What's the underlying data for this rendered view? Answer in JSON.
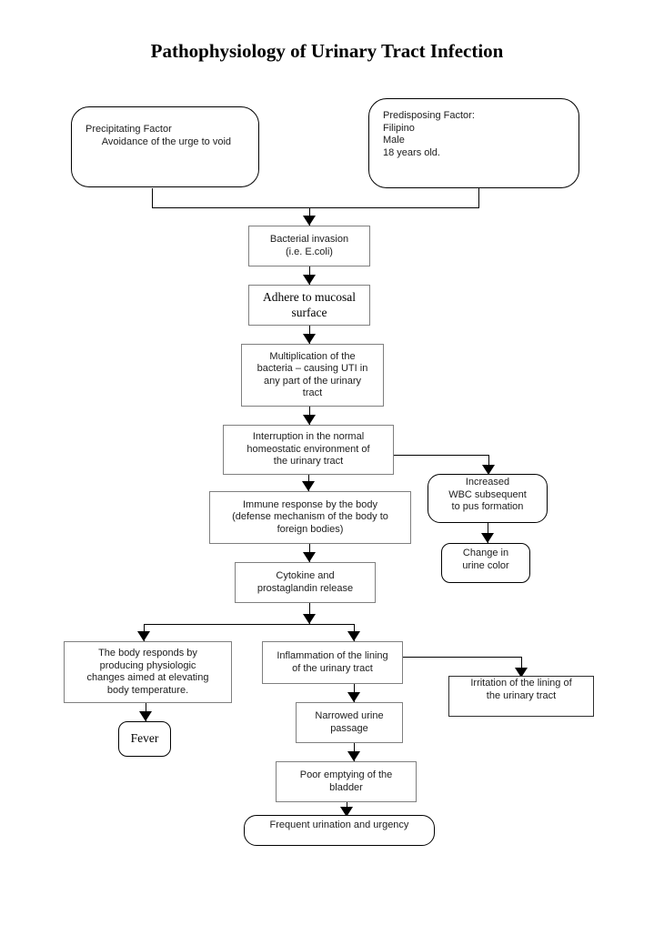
{
  "title": "Pathophysiology of Urinary Tract Infection",
  "nodes": {
    "precipitating_factor": {
      "text": "Precipitating Factor\n      Avoidance of the urge to void"
    },
    "predisposing_factor": {
      "text": "Predisposing Factor:\nFilipino\nMale\n18 years old."
    },
    "bacterial_invasion": {
      "text": "Bacterial invasion\n(i.e. E.coli)"
    },
    "adhere_mucosal": {
      "text": "Adhere to mucosal\nsurface"
    },
    "multiplication": {
      "text": "Multiplication of the\nbacteria – causing UTI in\nany part of the urinary\ntract"
    },
    "interruption": {
      "text": "Interruption in the normal\nhomeostatic environment of\nthe urinary tract"
    },
    "increased_wbc": {
      "text": "Increased\nWBC subsequent\nto pus formation"
    },
    "change_urine_color": {
      "text": "Change in\nurine color"
    },
    "immune_response": {
      "text": "Immune response by the body\n(defense mechanism of the body to\nforeign bodies)"
    },
    "cytokine_release": {
      "text": "Cytokine and\nprostaglandin release"
    },
    "body_responds": {
      "text": "The body responds by\nproducing physiologic\nchanges aimed at elevating\nbody temperature."
    },
    "fever": {
      "text": "Fever"
    },
    "inflammation": {
      "text": "Inflammation of the lining\nof the urinary tract"
    },
    "irritation": {
      "text": "Irritation of the lining of\nthe urinary tract"
    },
    "narrowed_urine": {
      "text": "Narrowed urine\npassage"
    },
    "poor_emptying": {
      "text": "Poor emptying of the\nbladder"
    },
    "frequent_urination": {
      "text": "Frequent urination and urgency"
    }
  },
  "colors": {
    "background": "#ffffff",
    "rect_border": "#7f7f7f",
    "rounded_border": "#000000",
    "line": "#000000",
    "text": "#1c1c1c"
  }
}
